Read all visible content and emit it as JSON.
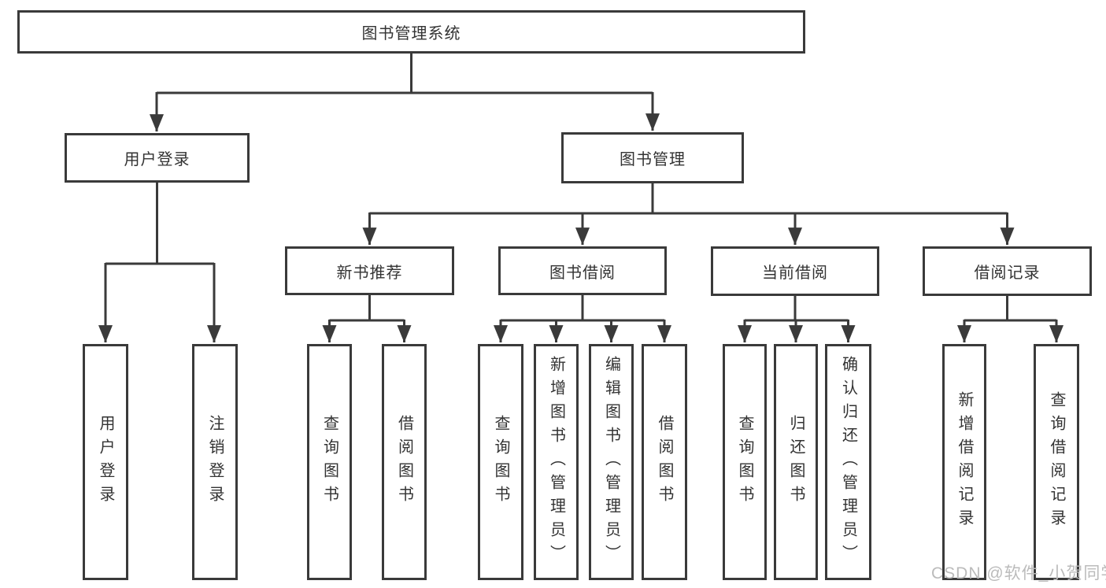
{
  "diagram": {
    "background": "#ffffff",
    "line_color": "#3a3a3a",
    "box_border_color": "#3a3a3a",
    "text_color": "#333333",
    "watermark": {
      "text": "CSDN @软件_小贺同学",
      "color": "#bbbbbb"
    },
    "tree": {
      "label": "图书管理系统",
      "children": [
        {
          "label": "用户登录",
          "children": [
            {
              "label": "用户登录"
            },
            {
              "label": "注销登录"
            }
          ]
        },
        {
          "label": "图书管理",
          "children": [
            {
              "label": "新书推荐",
              "children": [
                {
                  "label": "查询图书"
                },
                {
                  "label": "借阅图书"
                }
              ]
            },
            {
              "label": "图书借阅",
              "children": [
                {
                  "label": "查询图书"
                },
                {
                  "label": "新增图书（管理员）"
                },
                {
                  "label": "编辑图书（管理员）"
                },
                {
                  "label": "借阅图书"
                }
              ]
            },
            {
              "label": "当前借阅",
              "children": [
                {
                  "label": "查询图书"
                },
                {
                  "label": "归还图书"
                },
                {
                  "label": "确认归还（管理员）"
                }
              ]
            },
            {
              "label": "借阅记录",
              "children": [
                {
                  "label": "新增借阅记录"
                },
                {
                  "label": "查询借阅记录"
                }
              ]
            }
          ]
        }
      ]
    }
  }
}
